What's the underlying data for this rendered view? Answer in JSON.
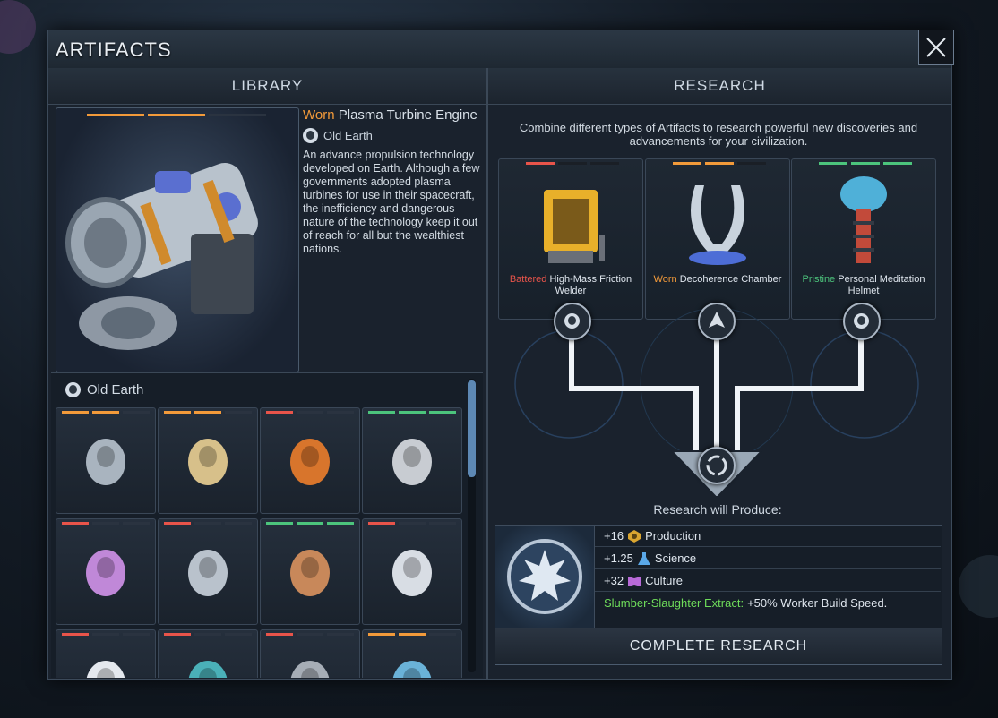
{
  "window": {
    "title": "ARTIFACTS"
  },
  "library": {
    "header": "LIBRARY",
    "featured": {
      "quality": "Worn",
      "name": "Plasma Turbine Engine",
      "origin": "Old Earth",
      "description": "An advance propulsion technology developed on Earth. Although a few governments adopted plasma turbines for use in their spacecraft, the inefficiency and dangerous nature of the technology keep it out of reach for all but the wealthiest nations."
    },
    "list_header": "Old Earth",
    "items": [
      {
        "icon": "pod-icon",
        "condition": "worn"
      },
      {
        "icon": "canister-icon",
        "condition": "worn"
      },
      {
        "icon": "violin-icon",
        "condition": "battered"
      },
      {
        "icon": "fire-extinguisher-icon",
        "condition": "pristine"
      },
      {
        "icon": "helmet-icon",
        "condition": "battered"
      },
      {
        "icon": "satellite-icon",
        "condition": "battered"
      },
      {
        "icon": "coffee-machine-icon",
        "condition": "pristine"
      },
      {
        "icon": "chess-pieces-icon",
        "condition": "battered"
      },
      {
        "icon": "statue-icon",
        "condition": "battered"
      },
      {
        "icon": "drone-icon",
        "condition": "battered"
      },
      {
        "icon": "mouse-icon",
        "condition": "battered"
      },
      {
        "icon": "crystal-icon",
        "condition": "worn"
      }
    ]
  },
  "research": {
    "header": "RESEARCH",
    "description": "Combine different types of Artifacts to research powerful new discoveries and advancements for your civilization.",
    "slots": [
      {
        "quality": "Battered",
        "name": "High-Mass Friction Welder",
        "icon": "welder-icon",
        "condition": "battered"
      },
      {
        "quality": "Worn",
        "name": "Decoherence Chamber",
        "icon": "chamber-icon",
        "condition": "worn"
      },
      {
        "quality": "Pristine",
        "name": "Personal Meditation Helmet",
        "icon": "meditation-helmet-icon",
        "condition": "pristine"
      }
    ],
    "produce_label": "Research will Produce:",
    "yields": [
      {
        "amount": "+16",
        "label": "Production",
        "icon": "production-icon"
      },
      {
        "amount": "+1.25",
        "label": "Science",
        "icon": "science-icon"
      },
      {
        "amount": "+32",
        "label": "Culture",
        "icon": "culture-icon"
      }
    ],
    "bonus": {
      "name": "Slumber-Slaughter Extract:",
      "effect": "+50% Worker Build Speed."
    },
    "complete_label": "COMPLETE RESEARCH"
  },
  "colors": {
    "worn": "#f29a3a",
    "battered": "#e8544a",
    "pristine": "#4cc47c",
    "accent": "#5d88b4"
  }
}
